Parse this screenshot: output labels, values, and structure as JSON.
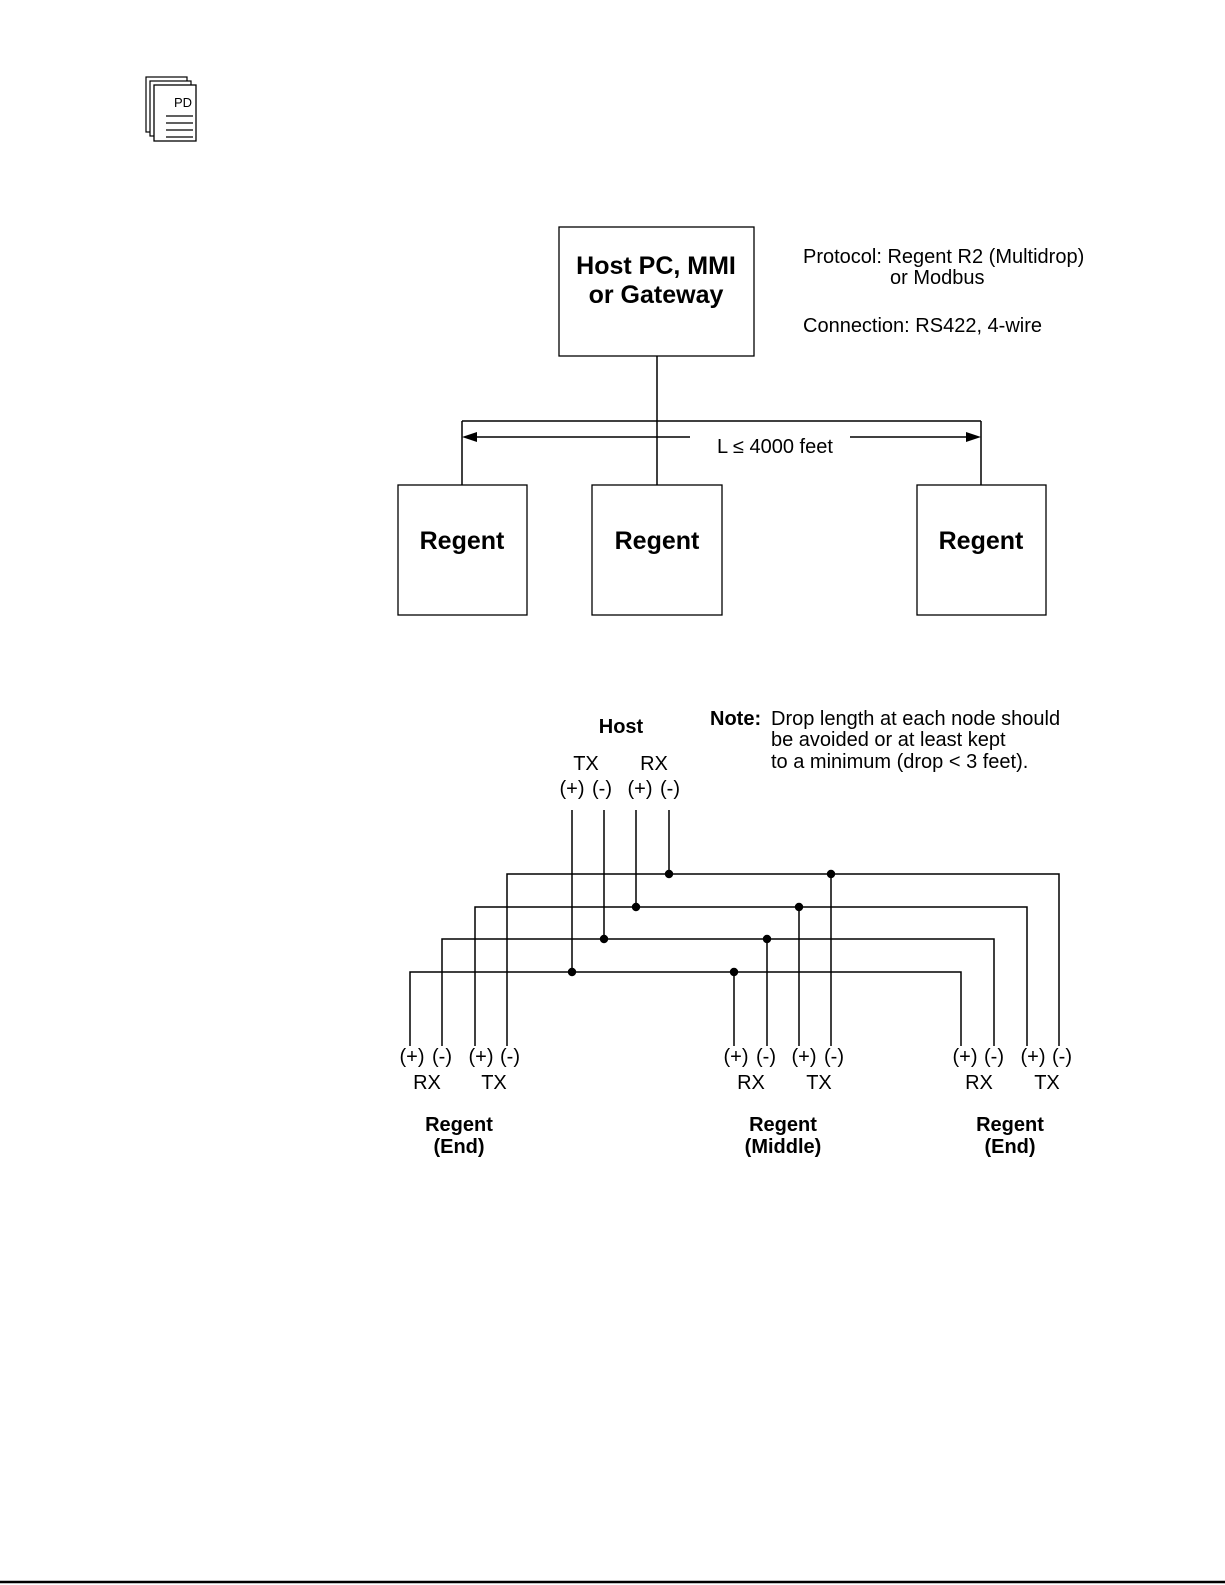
{
  "page_icon": {
    "label": "PD",
    "icon": "document-stack-icon"
  },
  "topology": {
    "host_box": {
      "line1": "Host PC, MMI",
      "line2": "or Gateway"
    },
    "protocol_line1": "Protocol: Regent R2 (Multidrop)",
    "protocol_line2": "or Modbus",
    "connection": "Connection: RS422, 4-wire",
    "length": "L  ≤  4000 feet",
    "nodes": [
      "Regent",
      "Regent",
      "Regent"
    ]
  },
  "wiring": {
    "host_title": "Host",
    "host_tx": "TX",
    "host_rx": "RX",
    "plus": "(+)",
    "minus": "(-)",
    "note_label": "Note:",
    "note_lines": [
      "Drop length at each node should",
      "be avoided or at least kept",
      "to a minimum (drop < 3 feet)."
    ],
    "rx_label": "RX",
    "tx_label": "TX",
    "nodes": [
      {
        "name": "Regent",
        "role": "(End)"
      },
      {
        "name": "Regent",
        "role": "(Middle)"
      },
      {
        "name": "Regent",
        "role": "(End)"
      }
    ]
  }
}
